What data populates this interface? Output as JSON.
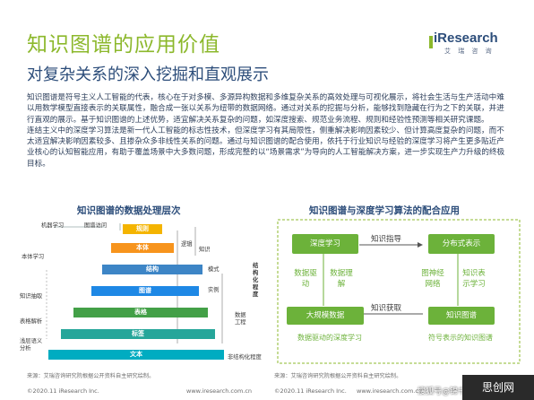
{
  "header": {
    "title": "知识图谱的应用价值",
    "subtitle": "对复杂关系的深入挖掘和直观展示",
    "logo_brand": "iResearch",
    "logo_cn": "艾 瑞 咨 询"
  },
  "body": {
    "para1": "知识图谱是符号主义人工智能的代表，核心在于对多模、多源异构数据和多维复杂关系的高效处理与可视化展示，将社会生活与生产活动中难以用数学模型直接表示的关联属性，融合成一张以关系为纽带的数据网络。通过对关系的挖掘与分析，能够找到隐藏在行为之下的关联，并进行直观的展示。基于知识图谱的上述优势，适宜解决关系复杂的问题，如深度搜索、规范业务流程、规则和经验性预测等相关研究课题。",
    "para2": "连结主义中的深度学习算法是新一代人工智能的标志性技术，但深度学习有其局限性，侧重解决影响因素较少、但计算高度复杂的问题，而不太适宜解决影响因素较多、且掺杂众多非线性关系的问题。通过与知识图谱的配合使用，依托于行业知识与经验的深度学习将产生更多贴近产业核心的认知智能应用，有助于覆盖场景中大多数问题，形成完整的以“场景需求”为导向的人工智能解决方案，进一步实现生产力升级的终极目标。"
  },
  "left_chart": {
    "title": "知识图谱的数据处理层次",
    "top_labels": [
      "机器学习",
      "图谱访问"
    ],
    "left_labels": [
      "本体学习",
      "知识抽取",
      "表格解析",
      "浅层语义分析"
    ],
    "stairs": [
      "规则",
      "本体",
      "结构",
      "图谱",
      "表格",
      "标签",
      "文本"
    ],
    "right_labels": [
      "逻辑",
      "知识",
      "模式",
      "实例",
      "数据工程"
    ],
    "far_right": "结构化程度",
    "bottom_note": "非结构化程度",
    "colors": [
      "#f4b400",
      "#f7941d",
      "#3d85c6",
      "#1e88e5",
      "#43a047",
      "#26a69a",
      "#00acc1"
    ]
  },
  "right_chart": {
    "title": "知识图谱与深度学习算法的配合应用",
    "deep_learning": "深度学习",
    "big_data": "大规模数据",
    "data_driven": "数据驱动",
    "data_understanding": "数据理解",
    "dl_caption": "数据驱动的深度学习",
    "distributed": "分布式表示",
    "kg": "知识图谱",
    "graph_network": "图神经网络",
    "knowledge_repr": "知识表示学习",
    "kg_caption": "符号表示的知识图谱",
    "guide": "知识指导",
    "acquire": "知识获取"
  },
  "footer": {
    "source_left": "来源：艾瑞咨询研究院根据公开资料自主研究绘制。",
    "source_right": "来源：艾瑞咨询研究院根据公开资料自主研究绘制。",
    "copyright_left": "©2020.11 iResearch Inc.",
    "site_left": "www.iresearch.com.cn",
    "copyright_right": "©2020.11 iResearch Inc.",
    "site_right": "www.iresearch.com.cn",
    "watermark": "搜狐号@锦书科技",
    "corner": "思创网"
  }
}
